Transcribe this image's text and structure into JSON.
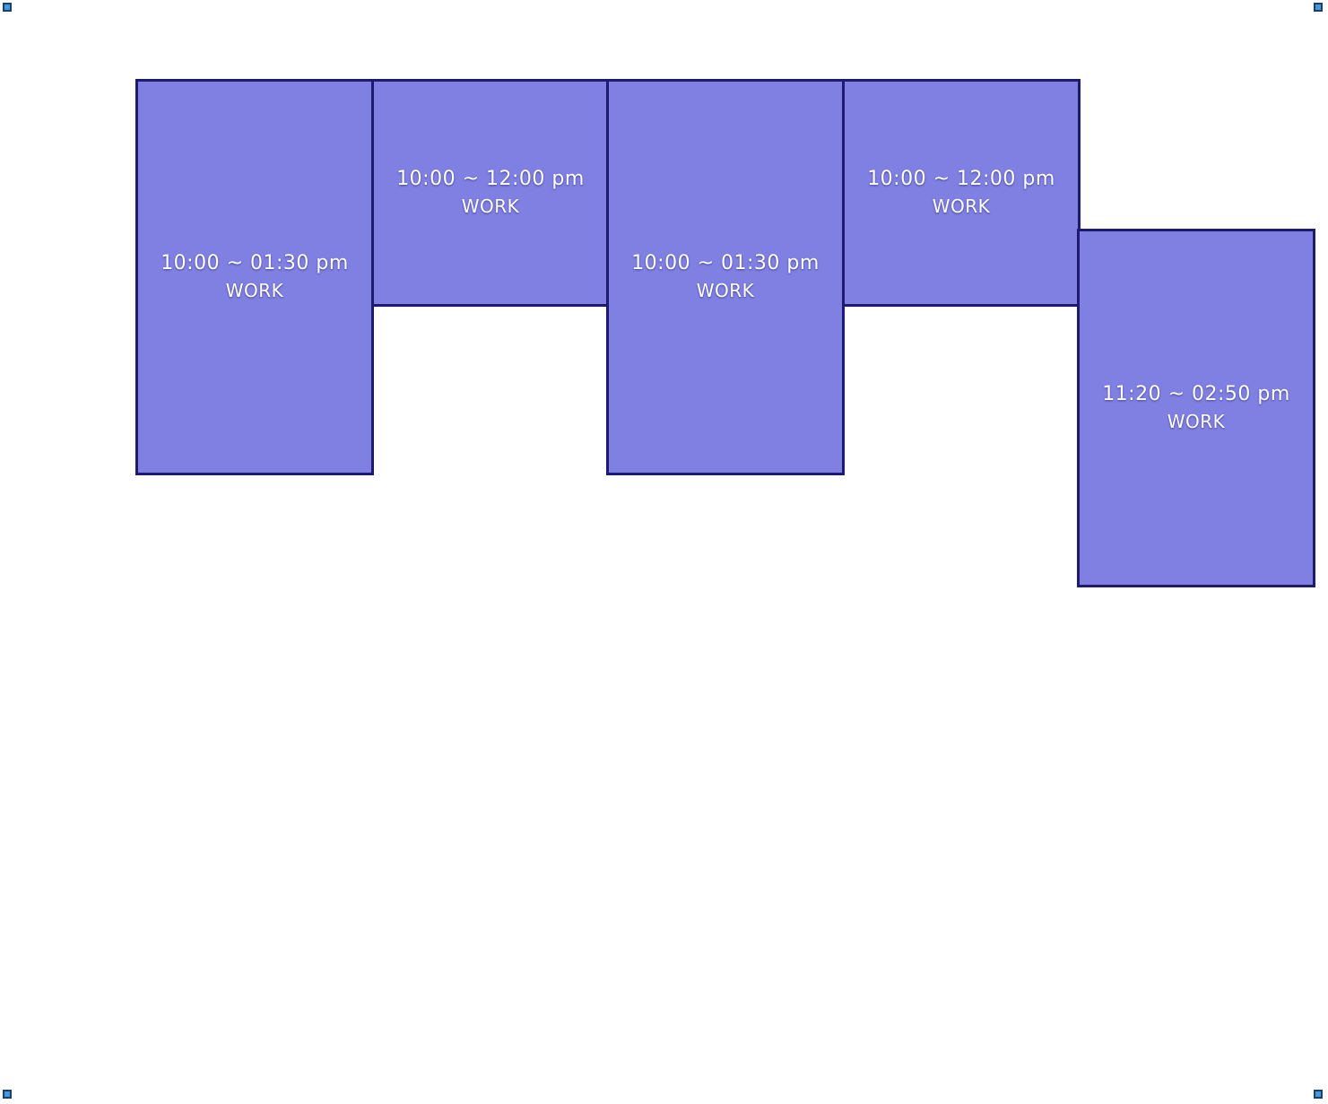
{
  "colors": {
    "event_fill": "#8080e2",
    "event_border": "#1d1a72",
    "text": "#ffffff",
    "handle_fill": "#3f9ae6",
    "handle_border": "#1f3f66"
  },
  "events": [
    {
      "time": "10:00 ~ 01:30 pm",
      "label": "WORK"
    },
    {
      "time": "10:00 ~ 12:00 pm",
      "label": "WORK"
    },
    {
      "time": "10:00 ~ 01:30 pm",
      "label": "WORK"
    },
    {
      "time": "10:00 ~ 12:00 pm",
      "label": "WORK"
    },
    {
      "time": "11:20 ~ 02:50 pm",
      "label": "WORK"
    }
  ]
}
